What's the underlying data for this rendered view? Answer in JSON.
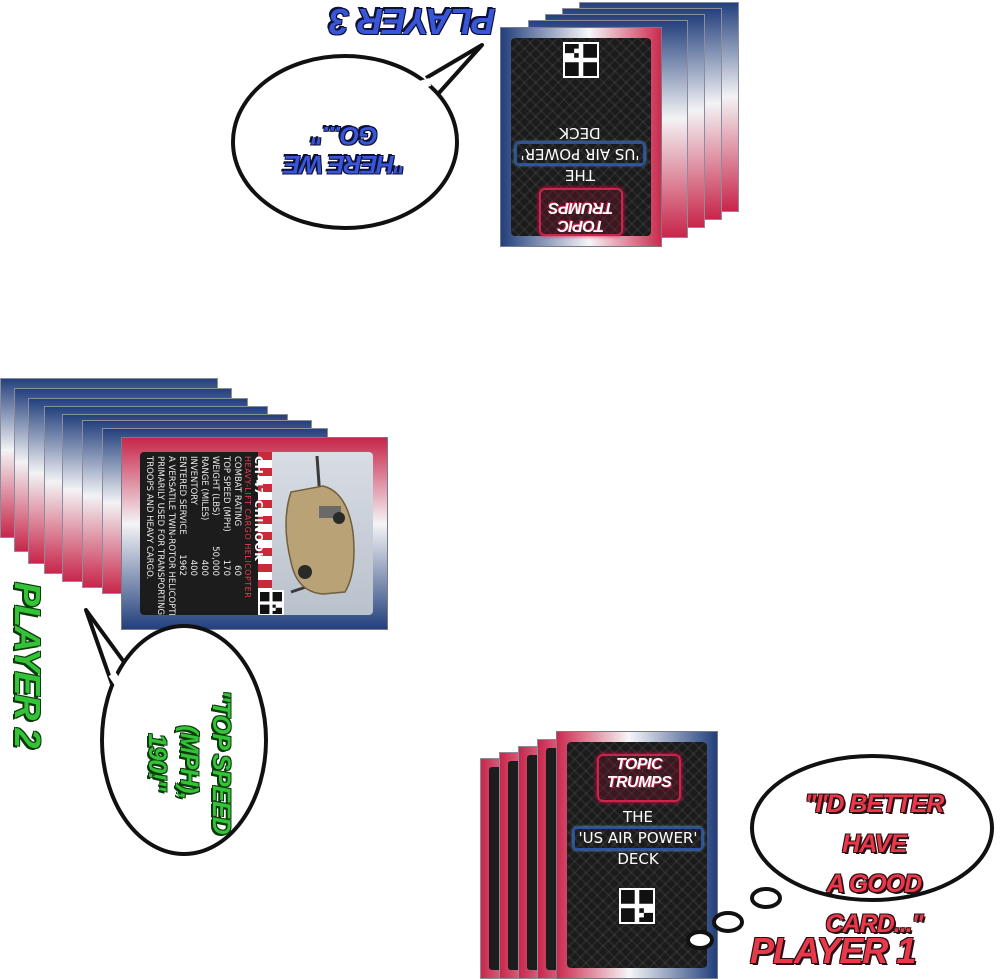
{
  "deck": {
    "logo_line1": "TOPIC",
    "logo_line2": "TRUMPS",
    "title_line1": "THE",
    "title_line2": "'US AIR POWER'",
    "title_line3": "DECK"
  },
  "players": {
    "player1": {
      "label": "PLAYER 1",
      "speech_line1": "\"I'D BETTER HAVE",
      "speech_line2": "A GOOD CARD...\"",
      "color": "#e8384a"
    },
    "player2": {
      "label": "PLAYER 2",
      "speech_line1": "\"TOP SPEED (MPH),",
      "speech_line2": "190!\"",
      "color": "#34c237"
    },
    "player3": {
      "label": "PLAYER 3",
      "speech_line1": "\"HERE WE GO...\"",
      "color": "#3a56d8"
    }
  },
  "played_card": {
    "name": "CH-47 CHINOOK",
    "subtitle": "HEAVY-LIFT CARGO HELICOPTER",
    "stats": [
      {
        "label": "COMBAT RATING",
        "value": "60"
      },
      {
        "label": "TOP SPEED (MPH)",
        "value": "170"
      },
      {
        "label": "WEIGHT (LBS)",
        "value": "50,000"
      },
      {
        "label": "RANGE (MILES)",
        "value": "400"
      },
      {
        "label": "INVENTORY",
        "value": "400"
      },
      {
        "label": "ENTERED SERVICE",
        "value": "1962"
      }
    ],
    "description_line1": "A VERSATILE TWIN-ROTOR HELICOPTER",
    "description_line2": "PRIMARILY USED FOR TRANSPORTING",
    "description_line3": "TROOPS AND HEAVY CARGO."
  },
  "colors": {
    "card_red": "#c8264a",
    "card_blue": "#22407c",
    "card_plate": "#1c1c1c"
  }
}
